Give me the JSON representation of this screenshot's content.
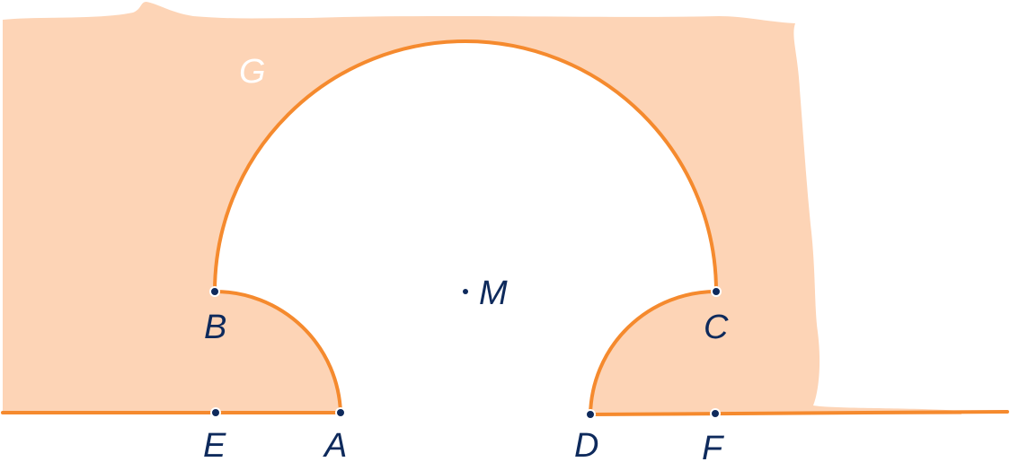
{
  "diagram": {
    "region_label": "G",
    "points": [
      {
        "id": "A",
        "label": "A"
      },
      {
        "id": "B",
        "label": "B"
      },
      {
        "id": "C",
        "label": "C"
      },
      {
        "id": "D",
        "label": "D"
      },
      {
        "id": "E",
        "label": "E"
      },
      {
        "id": "F",
        "label": "F"
      },
      {
        "id": "M",
        "label": "M"
      }
    ]
  },
  "colors": {
    "region_fill": "#fdd4b6",
    "curve": "#f58a2e",
    "point": "#0e2a5c",
    "label": "#0e2a5c",
    "region_label": "#ffffff"
  }
}
